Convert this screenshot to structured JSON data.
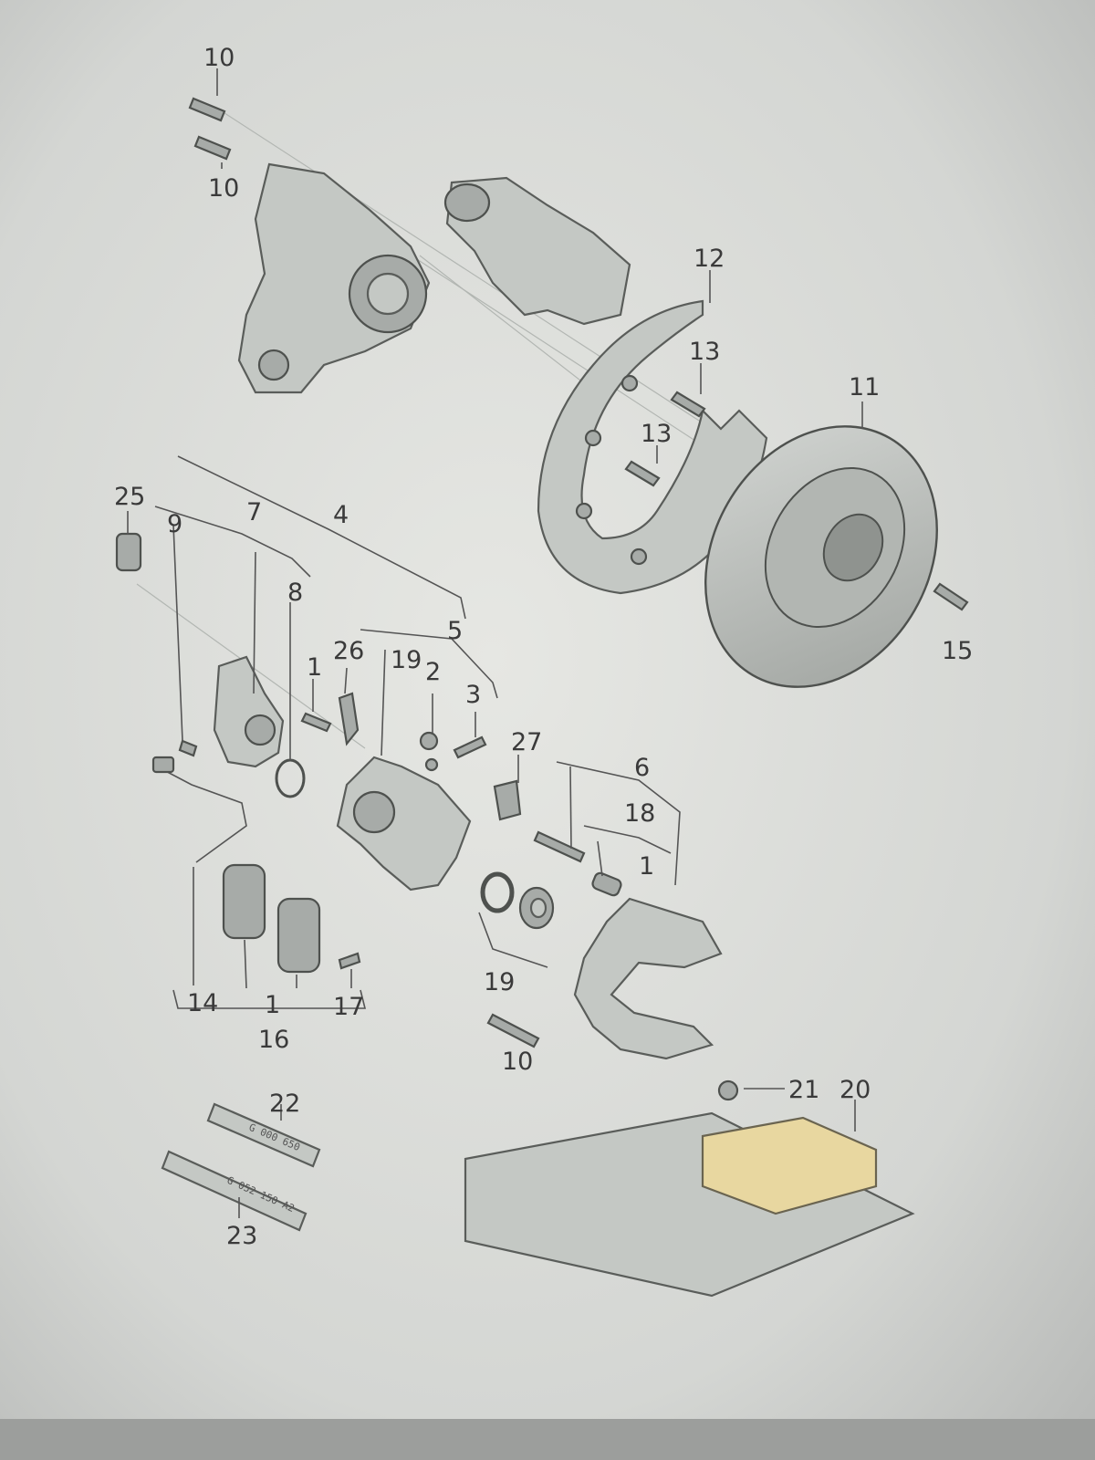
{
  "diagram": {
    "callouts": {
      "c10a": "10",
      "c10b": "10",
      "c12": "12",
      "c13a": "13",
      "c13b": "13",
      "c11": "11",
      "c25": "25",
      "c9": "9",
      "c7": "7",
      "c4": "4",
      "c8": "8",
      "c5": "5",
      "c26": "26",
      "c19a": "19",
      "c2": "2",
      "c1a": "1",
      "c3": "3",
      "c27": "27",
      "c6": "6",
      "c18": "18",
      "c1b": "1",
      "c15": "15",
      "c14": "14",
      "c1c": "1",
      "c17": "17",
      "c16": "16",
      "c19b": "19",
      "c10c": "10",
      "c22": "22",
      "c23": "23",
      "c21": "21",
      "c20": "20"
    },
    "tube_markings": {
      "t22": "G 000 650",
      "t23": "G 052 150 A2"
    },
    "colors": {
      "background": "#d9dad8",
      "part_fill": "#c4c8c4",
      "highlight": "#e8d7a0"
    }
  }
}
